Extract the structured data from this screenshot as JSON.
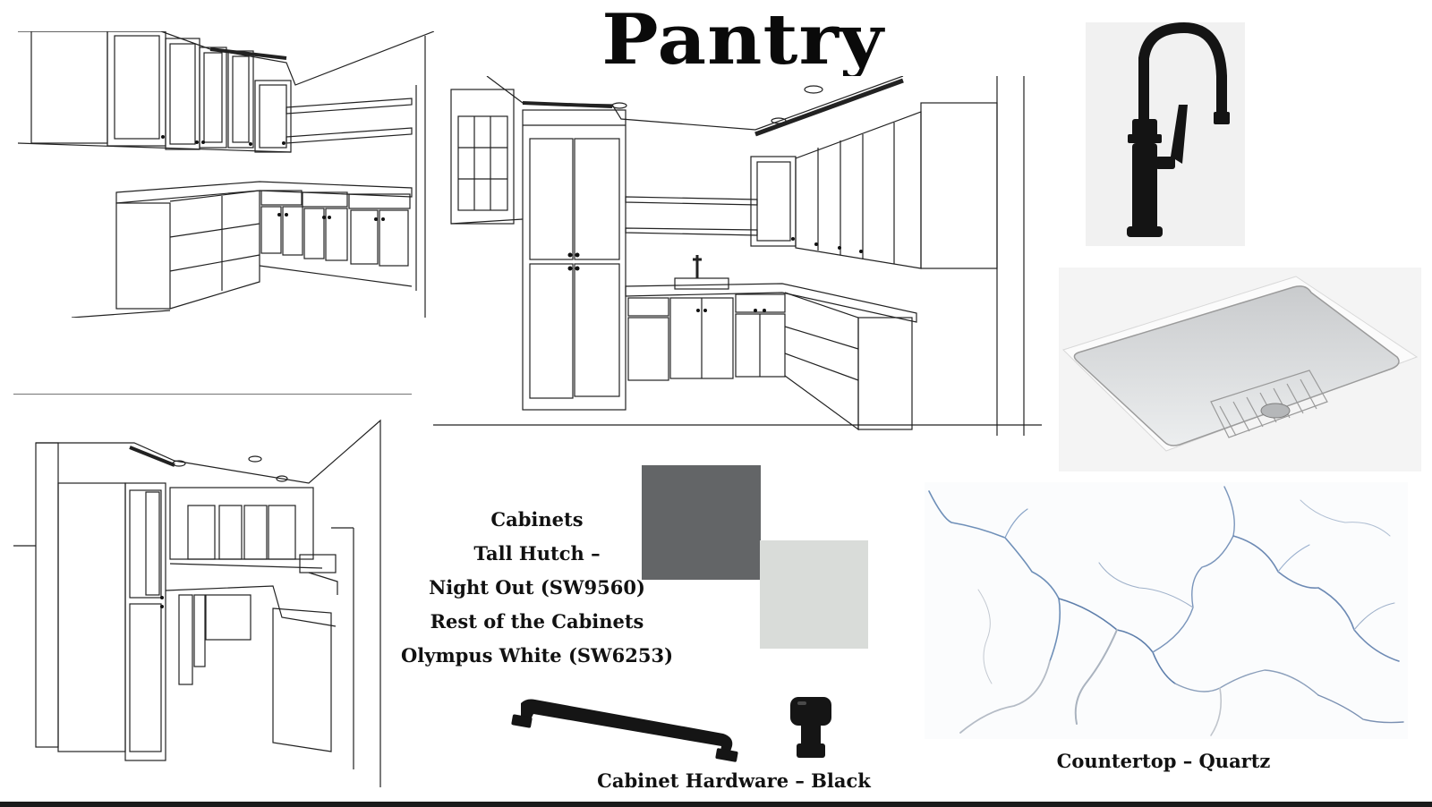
{
  "board": {
    "title": "Pantry"
  },
  "paint": {
    "lines": [
      "Cabinets",
      "Tall Hutch –",
      "Night Out (SW9560)",
      "Rest of the Cabinets",
      "Olympus White (SW6253)"
    ],
    "swatch_dark_color": "#636567",
    "swatch_light_color": "#d9dcd9"
  },
  "hardware": {
    "caption": "Cabinet Hardware – Black"
  },
  "countertop": {
    "caption": "Countertop – Quartz"
  },
  "icons": [
    "faucet-image",
    "sink-image",
    "pull-handle-image",
    "knob-image",
    "quartz-image"
  ]
}
